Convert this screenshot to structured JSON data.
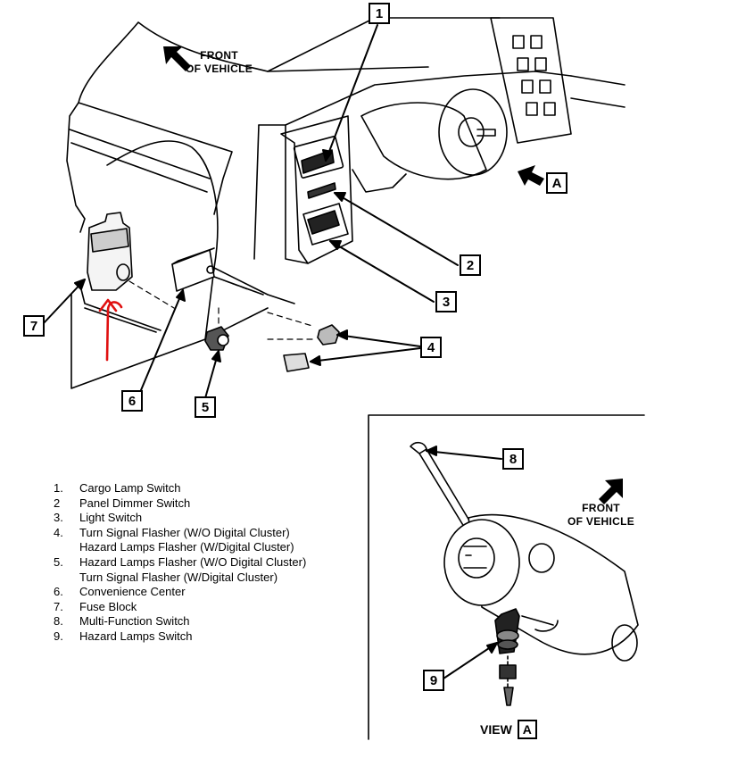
{
  "orientation": {
    "front_line1": "FRONT",
    "front_line2": "OF VEHICLE"
  },
  "view_a": {
    "front_line1": "FRONT",
    "front_line2": "OF VEHICLE",
    "view_word": "VIEW",
    "view_letter": "A"
  },
  "view_marker": "A",
  "callouts": {
    "c1": "1",
    "c2": "2",
    "c3": "3",
    "c4": "4",
    "c5": "5",
    "c6": "6",
    "c7": "7",
    "c8": "8",
    "c9": "9"
  },
  "legend": [
    {
      "num": "1.",
      "text": "Cargo Lamp Switch"
    },
    {
      "num": "2",
      "text": "Panel Dimmer Switch"
    },
    {
      "num": "3.",
      "text": "Light Switch"
    },
    {
      "num": "4.",
      "text": "Turn Signal Flasher (W/O Digital Cluster)"
    },
    {
      "num": "",
      "text": "Hazard Lamps Flasher (W/Digital Cluster)"
    },
    {
      "num": "5.",
      "text": "Hazard Lamps Flasher (W/O Digital Cluster)"
    },
    {
      "num": "",
      "text": "Turn Signal Flasher (W/Digital Cluster)"
    },
    {
      "num": "6.",
      "text": "Convenience Center"
    },
    {
      "num": "7.",
      "text": "Fuse Block"
    },
    {
      "num": "8.",
      "text": "Multi-Function Switch"
    },
    {
      "num": "9.",
      "text": "Hazard Lamps Switch"
    }
  ],
  "colors": {
    "ink": "#000000",
    "annotation_arrow": "#e01010",
    "background": "#ffffff"
  }
}
